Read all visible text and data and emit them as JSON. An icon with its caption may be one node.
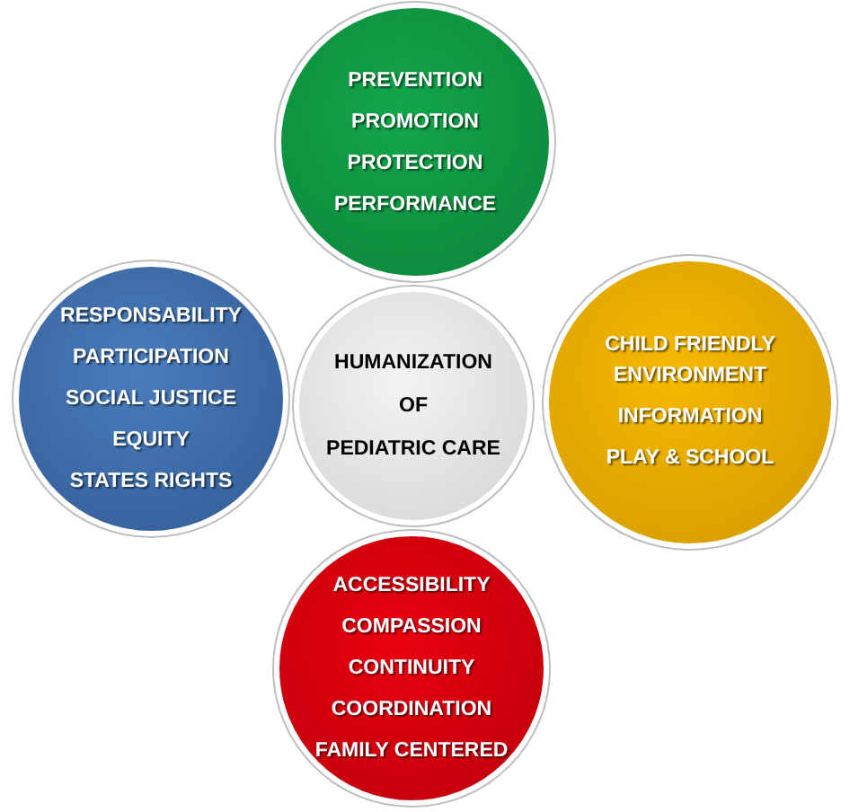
{
  "diagram": {
    "nodes": [
      {
        "text": [
          "PREVENTION",
          "PROMOTION",
          "PROTECTION",
          "PERFORMANCE"
        ]
      },
      {
        "text": [
          "RESPONSABILITY",
          "PARTICIPATION",
          "SOCIAL JUSTICE",
          "EQUITY",
          "STATES RIGHTS"
        ]
      },
      {
        "text": [
          "HUMANIZATION OF PEDIATRIC CARE"
        ]
      },
      {
        "text": [
          "CHILD FRIENDLY ENVIRONMENT",
          "INFORMATION",
          "PLAY & SCHOOL"
        ]
      },
      {
        "text": [
          "ACCESSIBILITY",
          "COMPASSION",
          "CONTINUITY",
          "COORDINATION",
          "FAMILY CENTERED"
        ]
      }
    ]
  }
}
